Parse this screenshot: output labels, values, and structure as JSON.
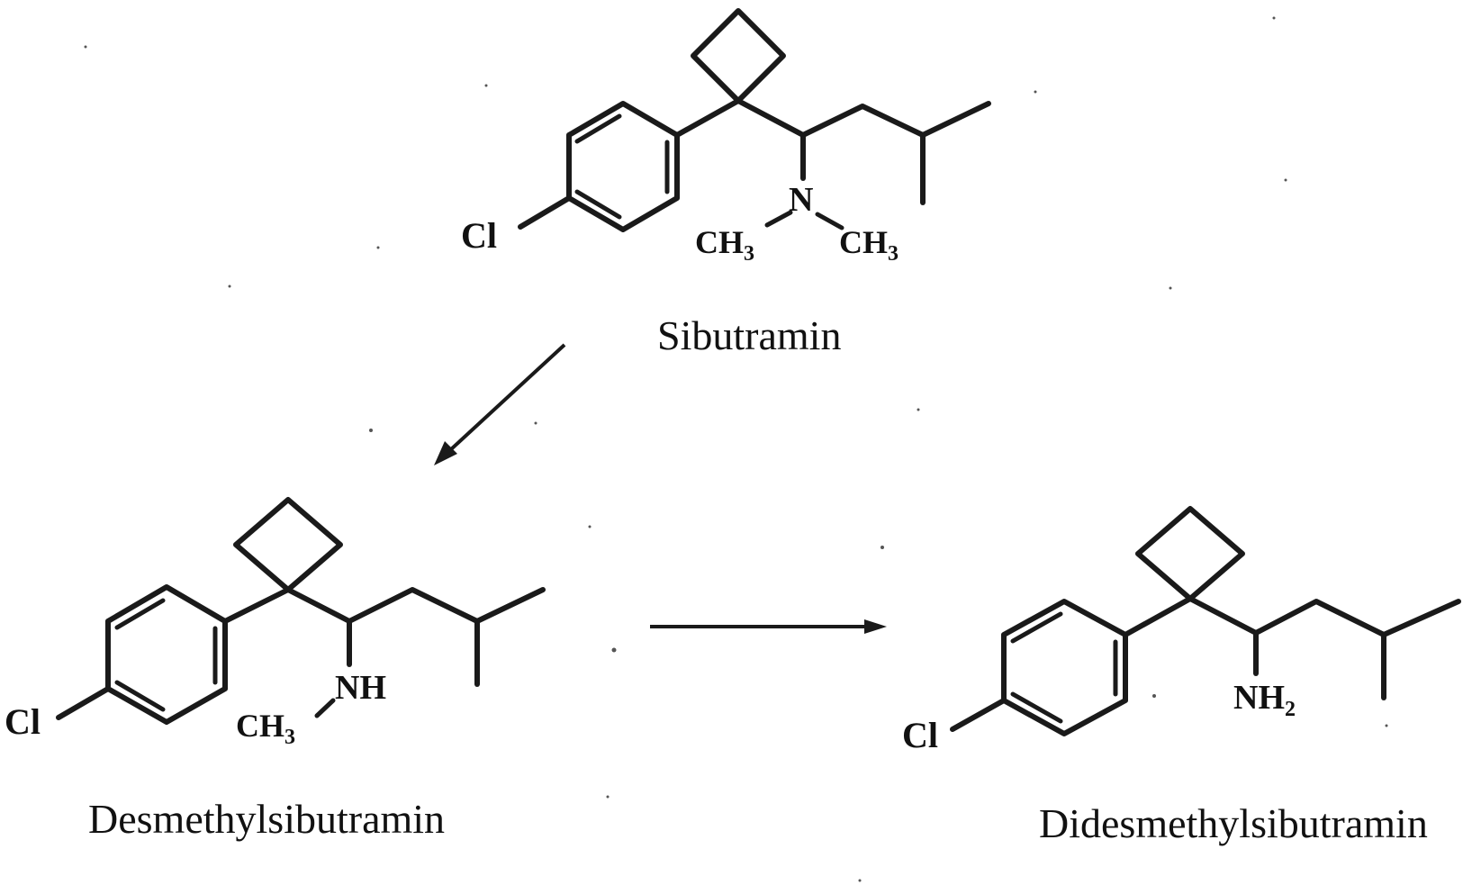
{
  "molecules": {
    "sibutramin": {
      "name": "Sibutramin",
      "atoms": {
        "cl": "Cl",
        "n": "N",
        "ch3_left": "CH",
        "ch3_left_sub": "3",
        "ch3_right": "CH",
        "ch3_right_sub": "3"
      }
    },
    "desmethyl": {
      "name": "Desmethylsibutramin",
      "atoms": {
        "cl": "Cl",
        "nh": "NH",
        "ch3": "CH",
        "ch3_sub": "3"
      }
    },
    "didesmethyl": {
      "name": "Didesmethylsibutramin",
      "atoms": {
        "cl": "Cl",
        "nh2": "NH",
        "nh2_sub": "2"
      }
    }
  },
  "arrows": [
    {
      "from": "sibutramin",
      "to": "desmethyl"
    },
    {
      "from": "desmethyl",
      "to": "didesmethyl"
    }
  ]
}
